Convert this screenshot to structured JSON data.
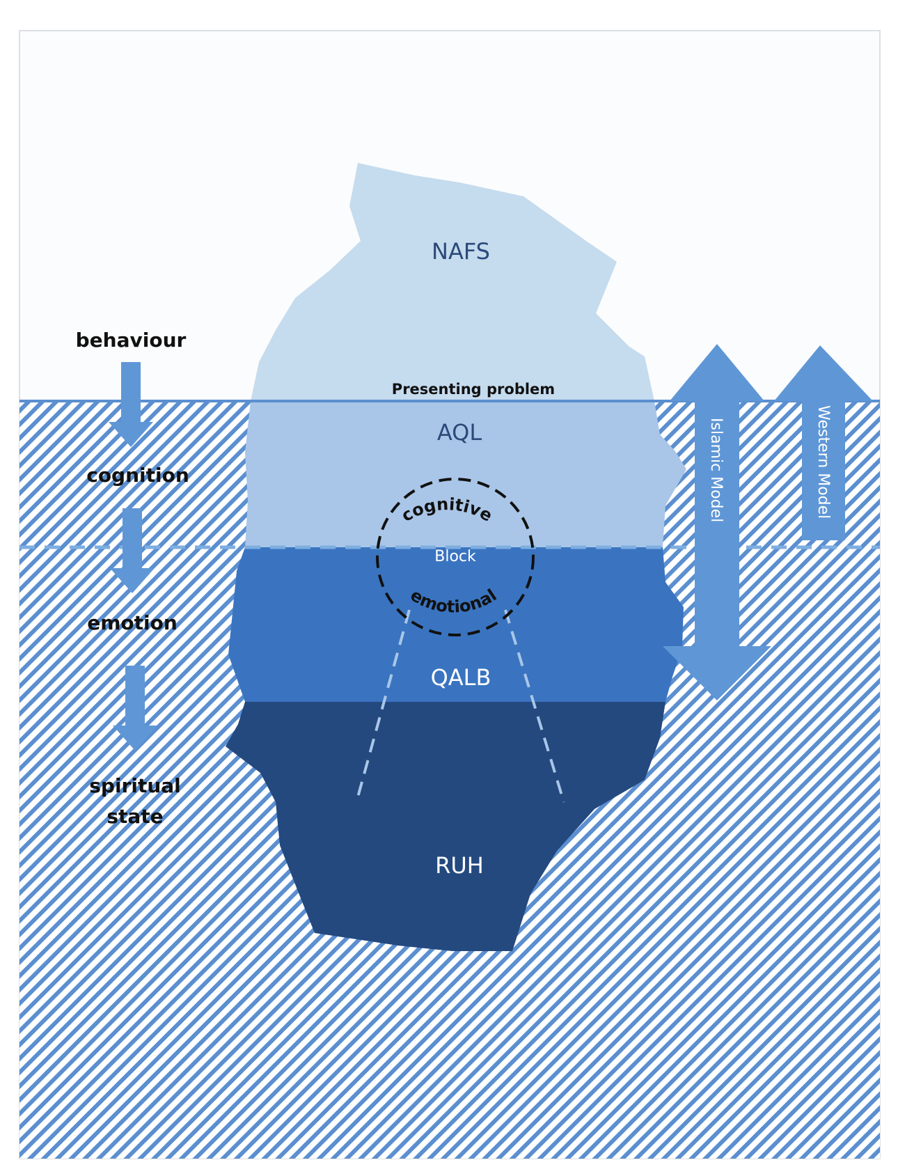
{
  "layers": {
    "nafs": "NAFS",
    "aql": "AQL",
    "qalb": "QALB",
    "ruh": "RUH"
  },
  "surface_label": "Presenting problem",
  "block": {
    "top": "cognitive",
    "center": "Block",
    "bottom": "emotional"
  },
  "left_sequence": [
    "behaviour",
    "cognition",
    "emotion",
    "spiritual",
    "state"
  ],
  "models": {
    "islamic": "Islamic Model",
    "western": "Western Model"
  },
  "colors": {
    "sky": "#fbfcfd",
    "water_stripe": "#5b8fd0",
    "nafs": "#c5dbee",
    "aql": "#a9c6e8",
    "qalb": "#3a74c0",
    "ruh": "#23497f",
    "arrow": "#5f97d6",
    "label_dark": "#2b4a7a",
    "label_light": "#ffffff"
  }
}
